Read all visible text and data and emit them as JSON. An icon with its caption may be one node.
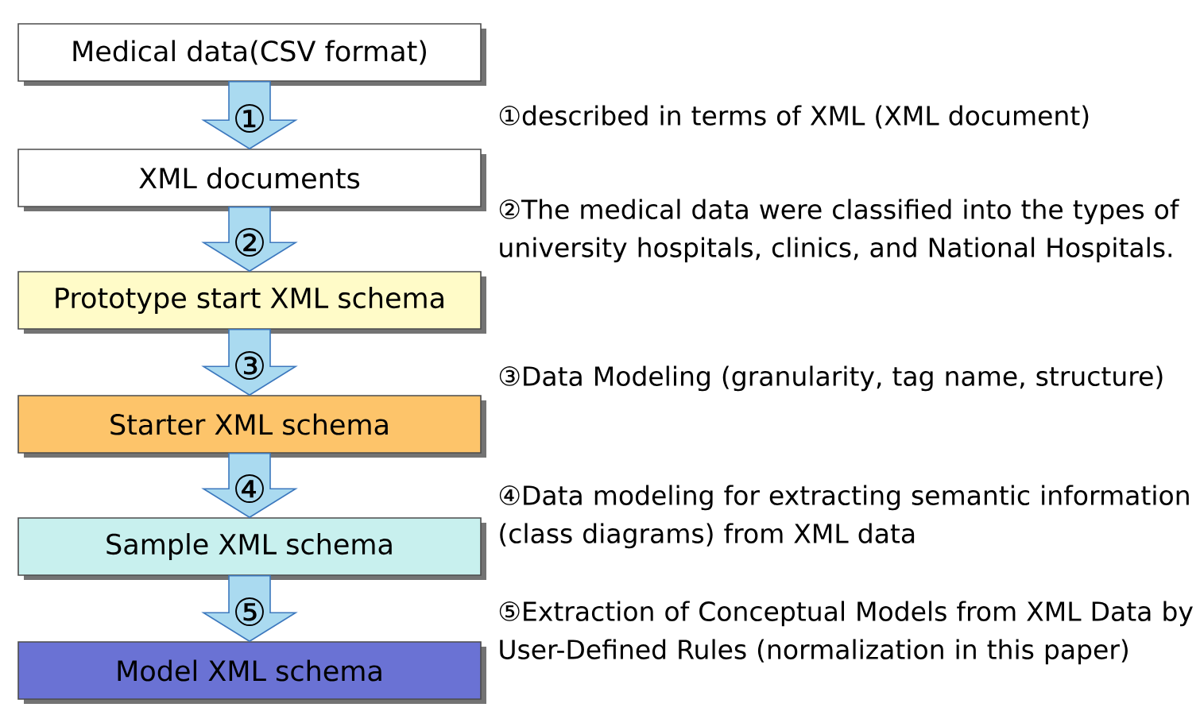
{
  "diagram": {
    "nodes": [
      {
        "text": [
          "Medical data(CSV format)"
        ]
      },
      {
        "text": [
          "XML documents"
        ]
      },
      {
        "text": [
          "Prototype start XML schema"
        ]
      },
      {
        "text": [
          "Starter XML schema"
        ]
      },
      {
        "text": [
          "Sample XML  schema"
        ]
      },
      {
        "text": [
          "Model XML schema"
        ]
      }
    ],
    "edges": [
      {
        "from": 0,
        "to": 1,
        "arrow": "to",
        "label": "①"
      },
      {
        "from": 1,
        "to": 2,
        "arrow": "to",
        "label": "②"
      },
      {
        "from": 2,
        "to": 3,
        "arrow": "to",
        "label": "③"
      },
      {
        "from": 3,
        "to": 4,
        "arrow": "to",
        "label": "④"
      },
      {
        "from": 4,
        "to": 5,
        "arrow": "to",
        "label": "⑤"
      }
    ],
    "labels": [
      "①described in terms of XML (XML document)",
      "②The medical data were classified into the types of university hospitals, clinics, and National Hospitals.",
      "③Data Modeling (granularity, tag name, structure)",
      "④Data modeling for extracting semantic information (class diagrams) from XML data",
      "⑤Extraction of Conceptual Models from XML Data by User-Defined Rules (normalization in this paper)"
    ]
  }
}
